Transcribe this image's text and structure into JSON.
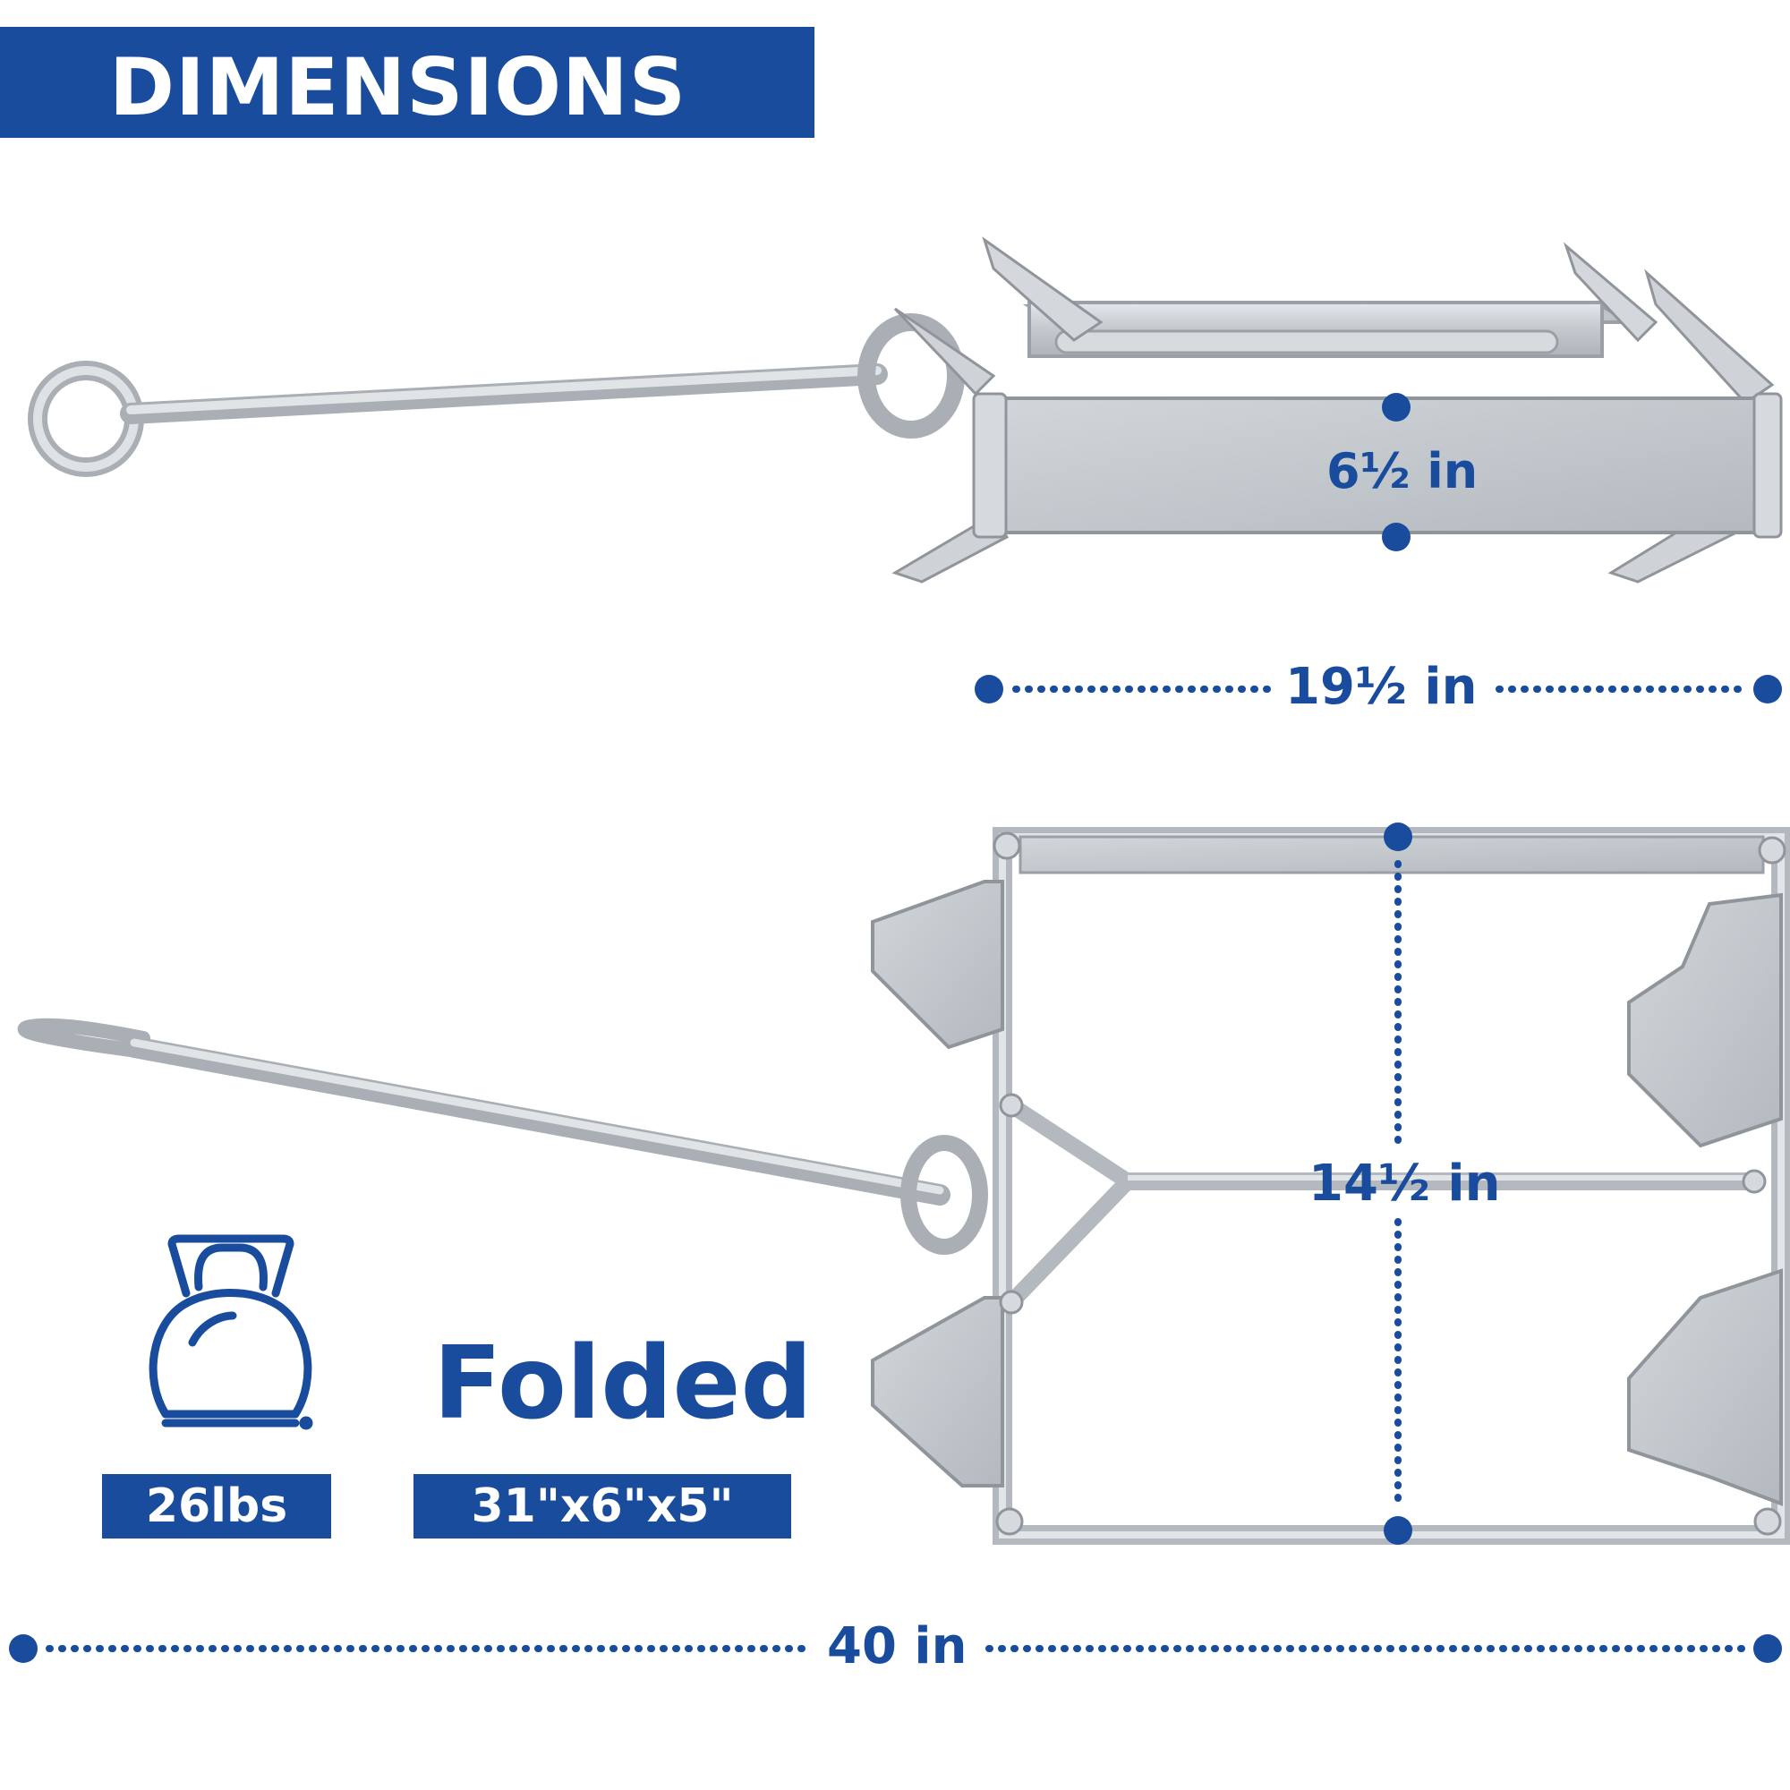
{
  "header": {
    "title": "DIMENSIONS"
  },
  "top_view": {
    "height_label": "6½ in",
    "length_label": "19½ in"
  },
  "bottom_view": {
    "width_label": "14½ in",
    "total_length_label": "40 in"
  },
  "specs": {
    "weight_icon": "kettlebell-icon",
    "weight_label": "26lbs",
    "folded_title": "Folded",
    "folded_size": "31\"x6\"x5\""
  },
  "colors": {
    "brand_blue": "#1a4c9e",
    "metal": "#c9cdd2"
  }
}
